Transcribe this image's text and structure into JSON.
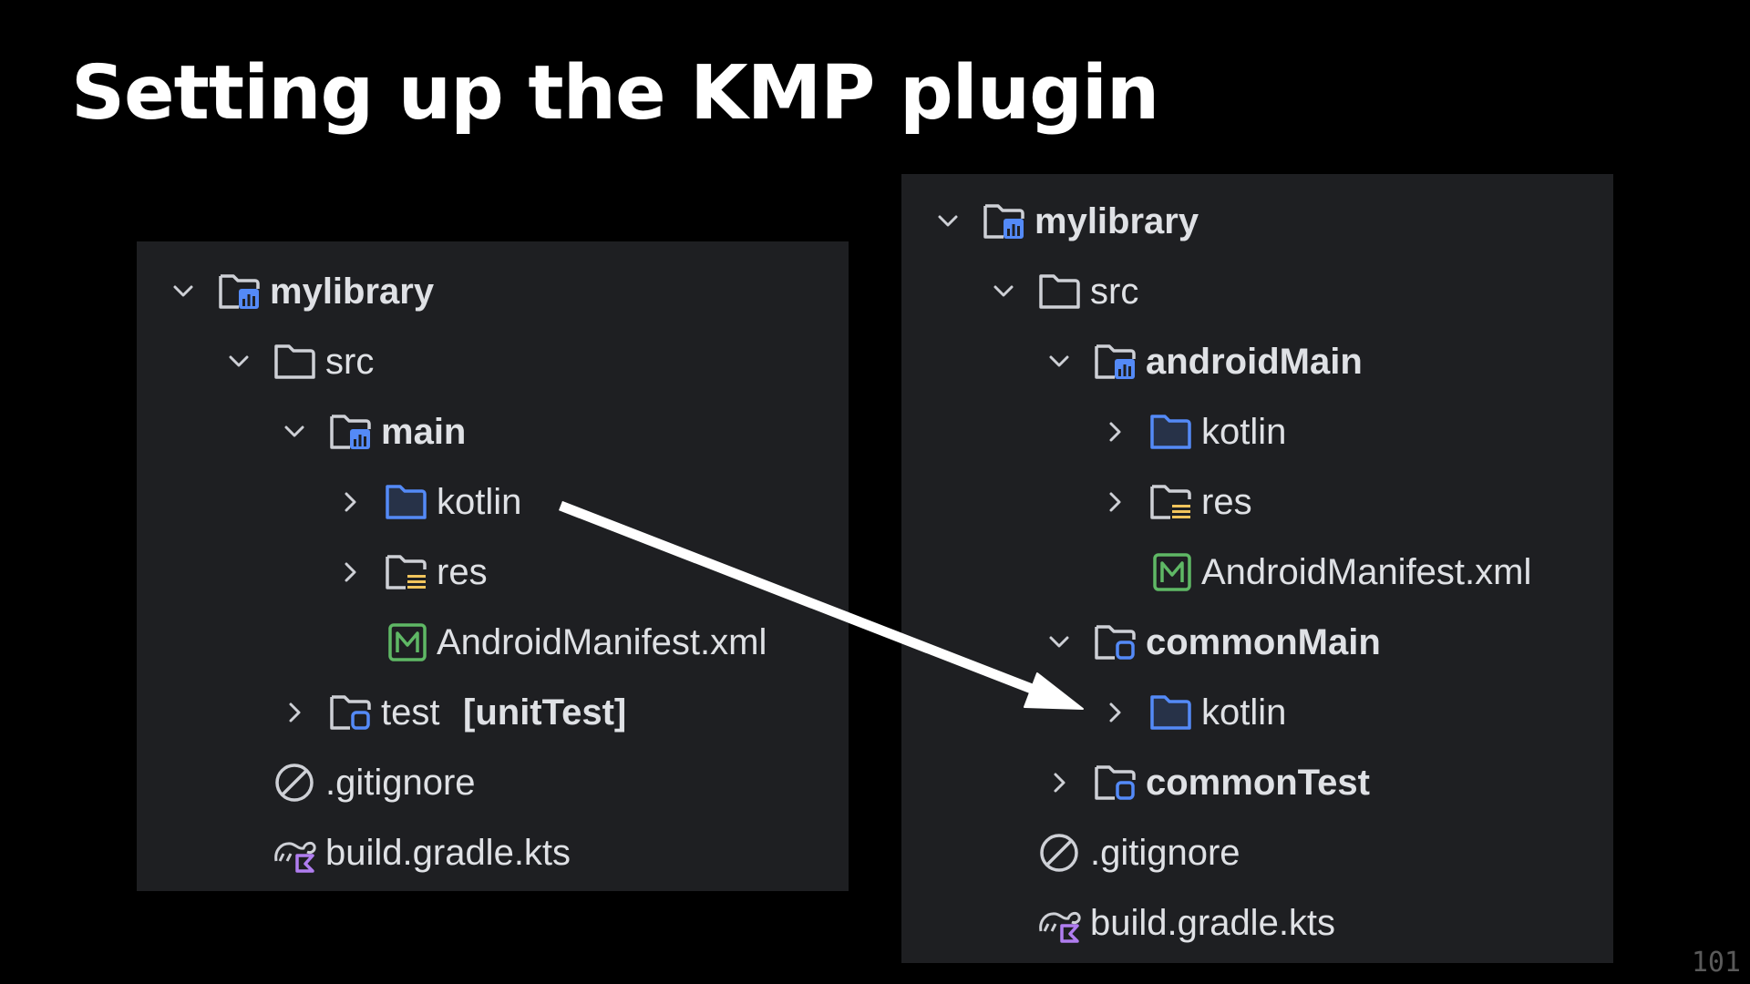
{
  "slide": {
    "title": "Setting up the KMP plugin",
    "page_number": "101"
  },
  "colors": {
    "background": "#000000",
    "panel": "#1e1f22",
    "text": "#dfe1e5",
    "folder_gray": "#ced0d6",
    "folder_blue": "#548af7",
    "resource_yellow": "#f2c55c",
    "manifest_green": "#5fb865",
    "gradle_purple": "#b07df0"
  },
  "left_tree": {
    "rows": [
      {
        "label": "mylibrary",
        "icon": "module-folder-icon",
        "chevron": "expanded"
      },
      {
        "label": "src",
        "icon": "folder-icon",
        "chevron": "expanded"
      },
      {
        "label": "main",
        "icon": "module-folder-icon",
        "chevron": "expanded"
      },
      {
        "label": "kotlin",
        "icon": "source-folder-icon",
        "chevron": "collapsed"
      },
      {
        "label": "res",
        "icon": "resource-folder-icon",
        "chevron": "collapsed"
      },
      {
        "label": "AndroidManifest.xml",
        "icon": "manifest-icon",
        "chevron": "none"
      },
      {
        "label": "test",
        "suffix": "[unitTest]",
        "icon": "test-folder-icon",
        "chevron": "collapsed"
      },
      {
        "label": ".gitignore",
        "icon": "ignore-icon",
        "chevron": "none"
      },
      {
        "label": "build.gradle.kts",
        "icon": "gradle-icon",
        "chevron": "none"
      }
    ]
  },
  "right_tree": {
    "rows": [
      {
        "label": "mylibrary",
        "icon": "module-folder-icon",
        "chevron": "expanded"
      },
      {
        "label": "src",
        "icon": "folder-icon",
        "chevron": "expanded"
      },
      {
        "label": "androidMain",
        "icon": "module-folder-icon",
        "chevron": "expanded"
      },
      {
        "label": "kotlin",
        "icon": "source-folder-icon",
        "chevron": "collapsed"
      },
      {
        "label": "res",
        "icon": "resource-folder-icon",
        "chevron": "collapsed"
      },
      {
        "label": "AndroidManifest.xml",
        "icon": "manifest-icon",
        "chevron": "none"
      },
      {
        "label": "commonMain",
        "icon": "kmp-folder-icon",
        "chevron": "expanded"
      },
      {
        "label": "kotlin",
        "icon": "source-folder-icon",
        "chevron": "collapsed"
      },
      {
        "label": "commonTest",
        "icon": "kmp-folder-icon",
        "chevron": "collapsed"
      },
      {
        "label": ".gitignore",
        "icon": "ignore-icon",
        "chevron": "none"
      },
      {
        "label": "build.gradle.kts",
        "icon": "gradle-icon",
        "chevron": "none"
      }
    ]
  }
}
